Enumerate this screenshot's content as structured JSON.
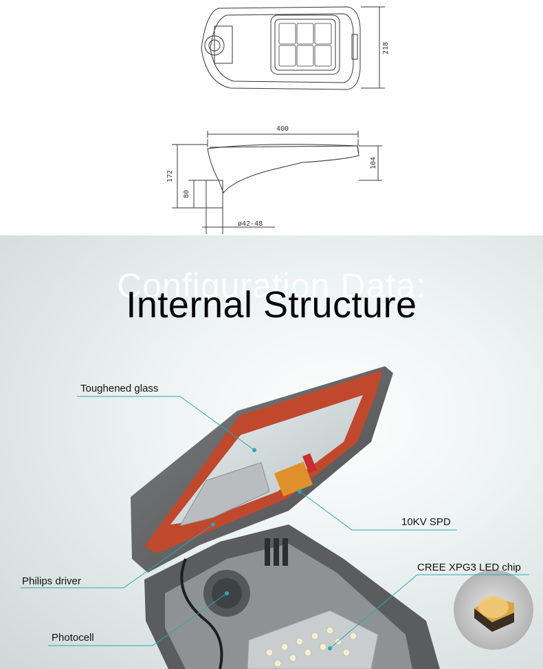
{
  "drawing": {
    "dim_height_218": "218",
    "dim_width_400": "400",
    "dim_172": "172",
    "dim_104": "104",
    "dim_80": "80",
    "dim_diameter": "ø42-48"
  },
  "section": {
    "watermark": "Configuration Data:",
    "title": "Internal Structure"
  },
  "callouts": {
    "toughened_glass": "Toughened glass",
    "spd": "10KV SPD",
    "led_chip": "CREE XPG3 LED chip",
    "driver": "Philips driver",
    "photocell": "Photocell"
  }
}
